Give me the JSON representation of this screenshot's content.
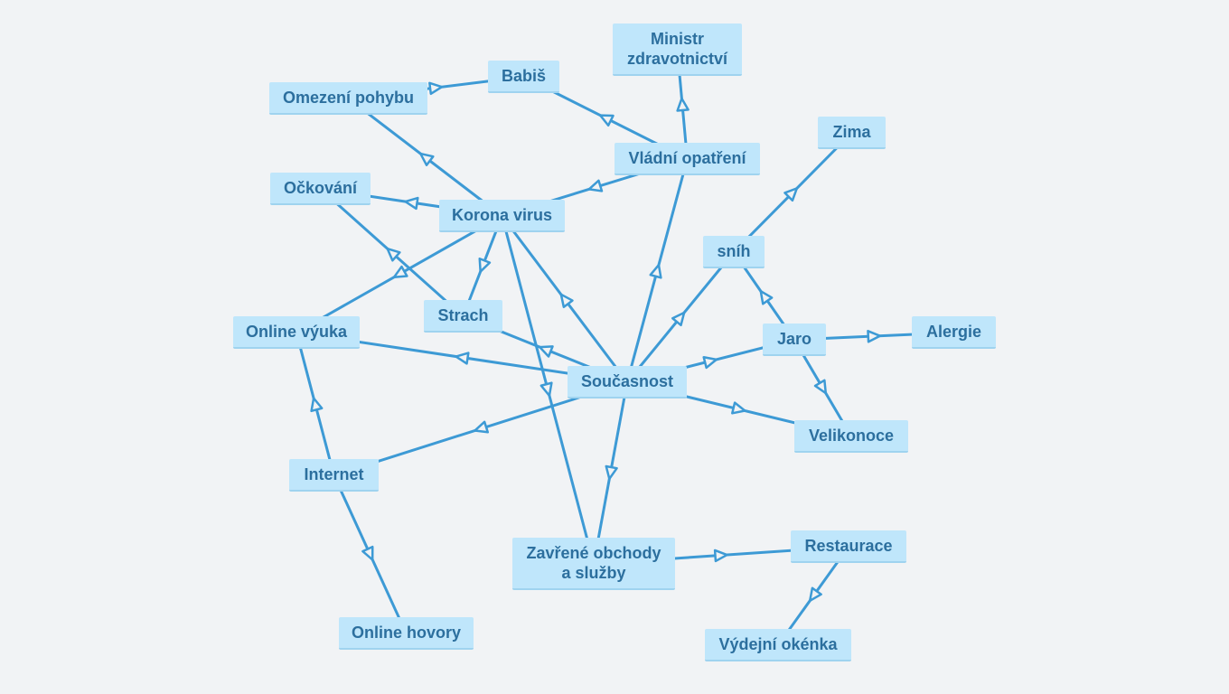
{
  "colors": {
    "background": "#f1f3f5",
    "node_fill": "#bfe6fb",
    "node_text": "#2c6f9e",
    "edge": "#3d9ad5"
  },
  "nodes": {
    "soucasnost": "Současnost",
    "korona": "Korona virus",
    "vladni": "Vládní opatření",
    "ministr": "Ministr\nzdravotnictví",
    "babis": "Babiš",
    "omezeni": "Omezení pohybu",
    "ockovani": "Očkování",
    "strach": "Strach",
    "online_vyuka": "Online výuka",
    "internet": "Internet",
    "online_hovory": "Online hovory",
    "zavrene": "Zavřené obchody\na služby",
    "restaurace": "Restaurace",
    "vydejni": "Výdejní okénka",
    "snih": "sníh",
    "zima": "Zima",
    "jaro": "Jaro",
    "alergie": "Alergie",
    "velikonoce": "Velikonoce"
  },
  "edges": [
    {
      "from": "soucasnost",
      "to": "korona"
    },
    {
      "from": "soucasnost",
      "to": "vladni"
    },
    {
      "from": "soucasnost",
      "to": "strach"
    },
    {
      "from": "soucasnost",
      "to": "online_vyuka"
    },
    {
      "from": "soucasnost",
      "to": "internet"
    },
    {
      "from": "soucasnost",
      "to": "zavrene"
    },
    {
      "from": "soucasnost",
      "to": "snih"
    },
    {
      "from": "soucasnost",
      "to": "jaro"
    },
    {
      "from": "soucasnost",
      "to": "velikonoce"
    },
    {
      "from": "vladni",
      "to": "ministr"
    },
    {
      "from": "vladni",
      "to": "babis"
    },
    {
      "from": "vladni",
      "to": "korona"
    },
    {
      "from": "omezeni",
      "to": "babis"
    },
    {
      "from": "korona",
      "to": "omezeni"
    },
    {
      "from": "korona",
      "to": "ockovani"
    },
    {
      "from": "korona",
      "to": "strach"
    },
    {
      "from": "korona",
      "to": "online_vyuka"
    },
    {
      "from": "korona",
      "to": "zavrene"
    },
    {
      "from": "strach",
      "to": "ockovani"
    },
    {
      "from": "internet",
      "to": "online_vyuka"
    },
    {
      "from": "internet",
      "to": "online_hovory"
    },
    {
      "from": "zavrene",
      "to": "restaurace"
    },
    {
      "from": "restaurace",
      "to": "vydejni"
    },
    {
      "from": "snih",
      "to": "zima"
    },
    {
      "from": "jaro",
      "to": "snih"
    },
    {
      "from": "jaro",
      "to": "alergie"
    },
    {
      "from": "jaro",
      "to": "velikonoce"
    }
  ]
}
